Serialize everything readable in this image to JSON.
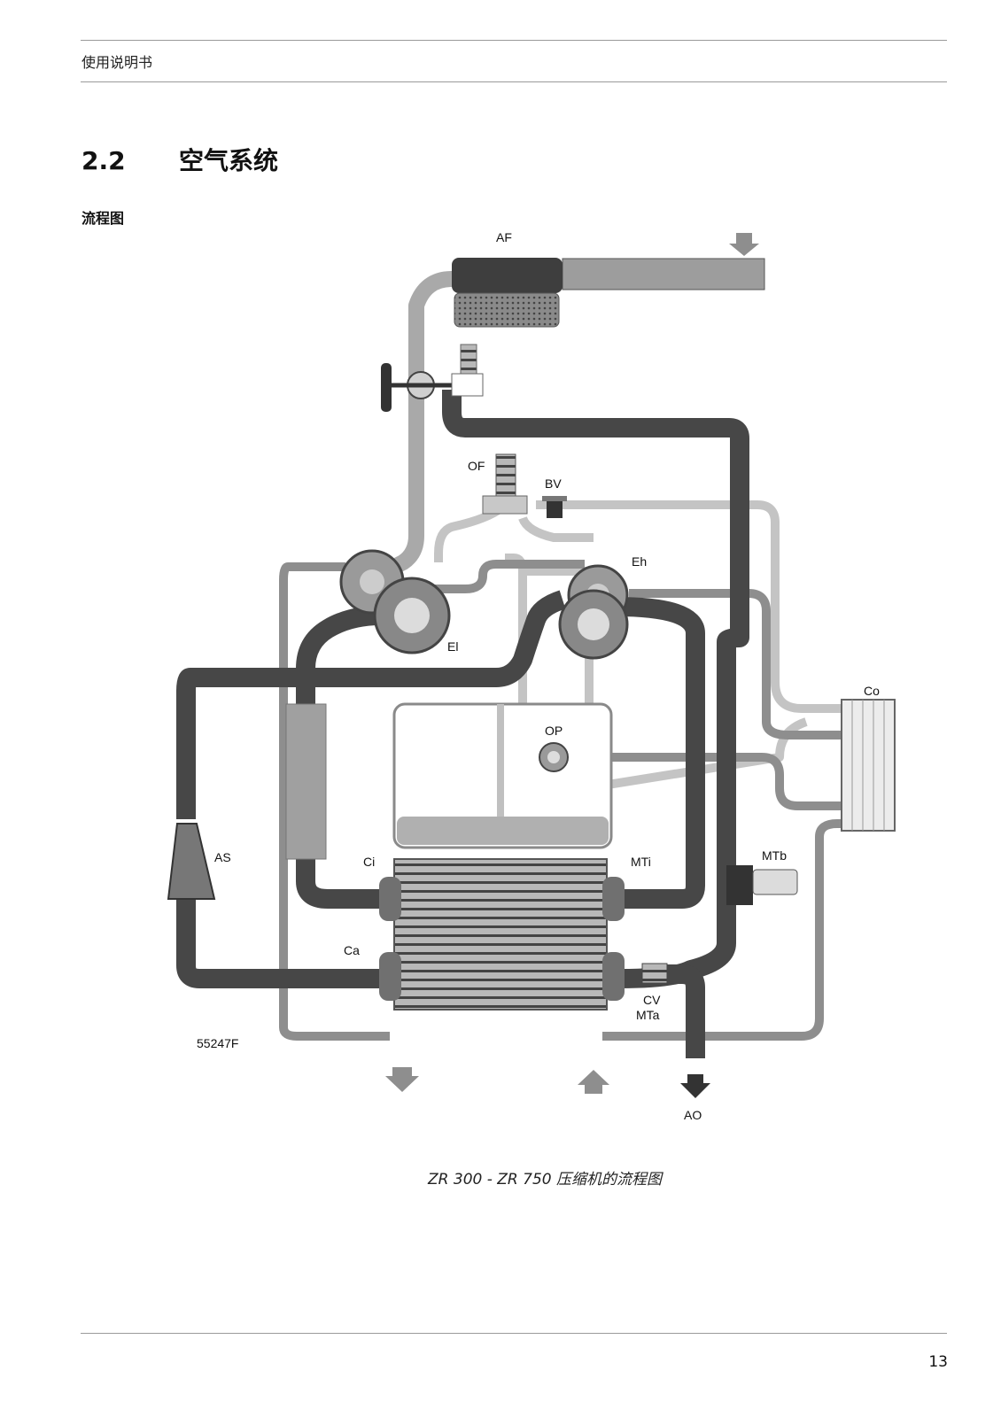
{
  "header": {
    "title": "使用说明书"
  },
  "section": {
    "number": "2.2",
    "title": "空气系统"
  },
  "subheading": "流程图",
  "diagram": {
    "labels": {
      "af": "AF",
      "of": "OF",
      "bv": "BV",
      "eh": "Eh",
      "el": "El",
      "co": "Co",
      "op": "OP",
      "as": "AS",
      "ci": "Ci",
      "mti": "MTi",
      "mtb": "MTb",
      "ca": "Ca",
      "cv": "CV",
      "mta": "MTa",
      "ao": "AO",
      "ref": "55247F"
    }
  },
  "caption": "ZR 300 - ZR 750 压缩机的流程图",
  "footer": {
    "page_number": "13"
  }
}
